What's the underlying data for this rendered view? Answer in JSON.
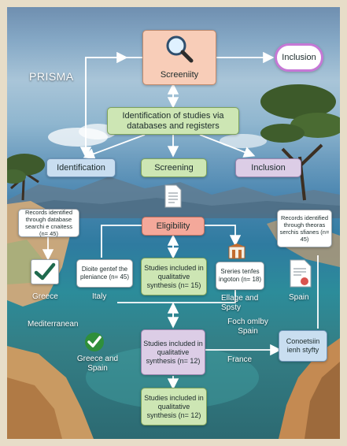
{
  "diagram": {
    "title": "PRISMA",
    "nodes": {
      "screening_top": "Screeniity",
      "inclusion_top": "Inclusion",
      "identification_via": "Identification of studies via databases and registers",
      "identification": "Identification",
      "screening": "Screening",
      "inclusion": "Inclusion",
      "eligibility": "Eligibility",
      "records_db": "Records identified through database searchi e cnaitess (n= 45)",
      "records_other": "Records identified through theoras serchis sfianes (n= 45)",
      "dioite": "Dioite gentef the pleniance (n= 45)",
      "studies1": "Studies included in qualitative synthesis (n= 15)",
      "series": "Sreries tenfes ingoton (n= 18)",
      "studies2": "Studies included in qualitative synthesis (n= 12)",
      "studies3": "Studies included in qualitative synthesis (n= 12)",
      "conoetsiin": "Conoetsiin ienh styfty"
    },
    "places": {
      "greece": "Greece",
      "italy": "Italy",
      "ellage": "Ellage and Spsty",
      "spain": "Spain",
      "mediterranean": "Mediterranean",
      "foch": "Foch omlby Spain",
      "greece_spain": "Greece and Spain",
      "france": "France"
    },
    "colors": {
      "green": "#cde6b4",
      "salmon": "#f8cdb8",
      "blue": "#c9def0",
      "lavender": "#dccde6",
      "check": "#2f8f3a"
    },
    "icons": [
      "magnifier-icon",
      "document-icon",
      "checkmark-icon",
      "gate-icon",
      "report-icon"
    ]
  }
}
